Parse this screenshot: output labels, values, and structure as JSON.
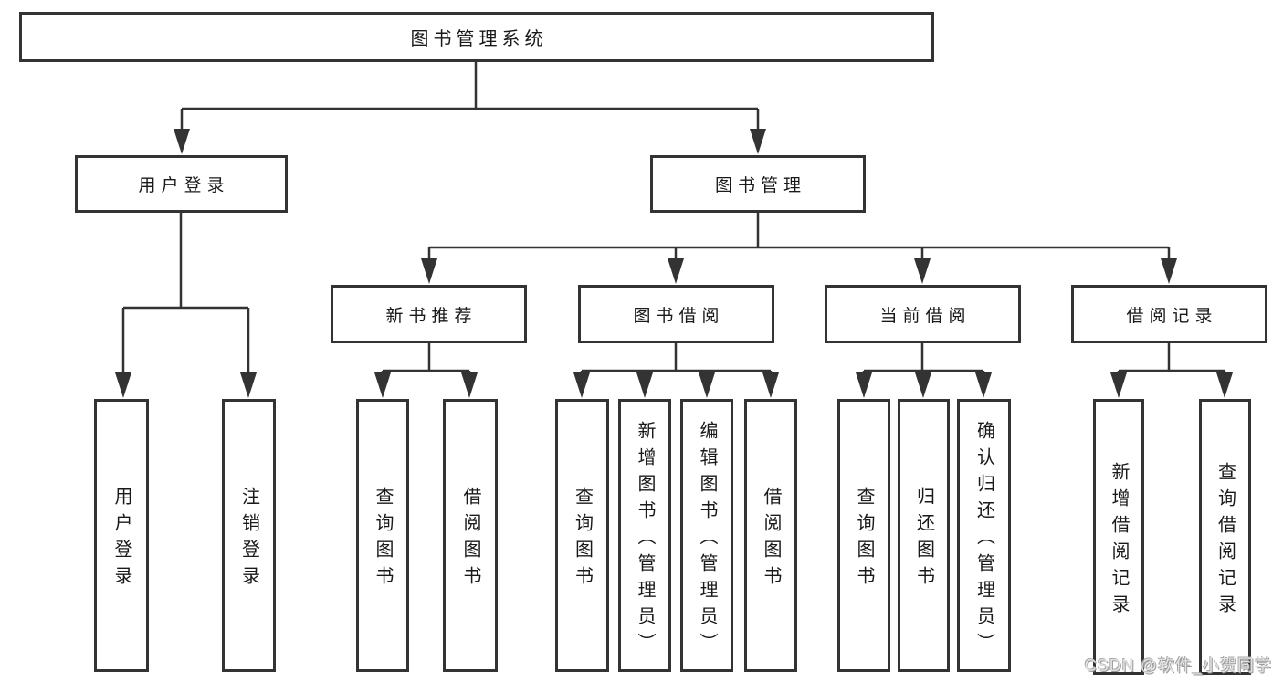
{
  "colors": {
    "background": "#ffffff",
    "line": "#333333",
    "box_border": "#333333",
    "text": "#1a1a1a",
    "watermark": "#e3e3e3"
  },
  "watermark": "CSDN @软件_小贺同学",
  "tree": {
    "label": "图书管理系统",
    "children": [
      {
        "label": "用户登录",
        "children": [
          {
            "label": "用户登录"
          },
          {
            "label": "注销登录"
          }
        ]
      },
      {
        "label": "图书管理",
        "children": [
          {
            "label": "新书推荐",
            "children": [
              {
                "label": "查询图书"
              },
              {
                "label": "借阅图书"
              }
            ]
          },
          {
            "label": "图书借阅",
            "children": [
              {
                "label": "查询图书"
              },
              {
                "label": "新增图书（管理员）"
              },
              {
                "label": "编辑图书（管理员）"
              },
              {
                "label": "借阅图书"
              }
            ]
          },
          {
            "label": "当前借阅",
            "children": [
              {
                "label": "查询图书"
              },
              {
                "label": "归还图书"
              },
              {
                "label": "确认归还（管理员）"
              }
            ]
          },
          {
            "label": "借阅记录",
            "children": [
              {
                "label": "新增借阅记录"
              },
              {
                "label": "查询借阅记录"
              }
            ]
          }
        ]
      }
    ]
  }
}
